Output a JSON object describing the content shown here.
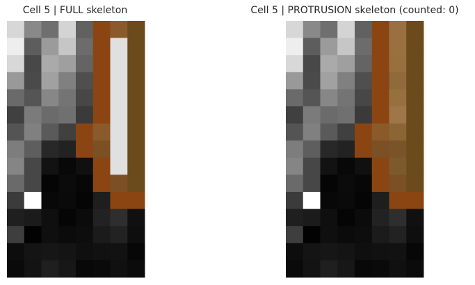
{
  "chart_data": [
    {
      "type": "heatmap",
      "title": "Cell 5 | FULL skeleton",
      "xlabel": "",
      "ylabel": "",
      "grid": false,
      "cols": 8,
      "rows": 15,
      "cells": [
        [
          "#d7d7d7",
          "#898989",
          "#6f6f6f",
          "#d4d4d4",
          "#616161",
          "#8b4513",
          "#8b5a2b",
          "#6b4a1c"
        ],
        [
          "#eeeeee",
          "#5d5d5d",
          "#9b9b9b",
          "#c6c6c6",
          "#6c6c6c",
          "#8b4513",
          "#e0e0e0",
          "#6b4a1c"
        ],
        [
          "#d8d8d8",
          "#484848",
          "#aaaaaa",
          "#9f9f9f",
          "#646464",
          "#8b4513",
          "#e0e0e0",
          "#6b4a1c"
        ],
        [
          "#999999",
          "#4a4a4a",
          "#a1a1a1",
          "#808080",
          "#4f4f4f",
          "#8b4513",
          "#e0e0e0",
          "#6b4a1c"
        ],
        [
          "#6a6a6a",
          "#555555",
          "#878787",
          "#747474",
          "#474747",
          "#8b4513",
          "#e0e0e0",
          "#6b4a1c"
        ],
        [
          "#404040",
          "#7b7b7b",
          "#6b6b6b",
          "#707070",
          "#3a3a3a",
          "#8b4513",
          "#e0e0e0",
          "#6b4a1c"
        ],
        [
          "#545454",
          "#808080",
          "#5a5a5a",
          "#404040",
          "#8b4513",
          "#8b5a2b",
          "#e0e0e0",
          "#6b4a1c"
        ],
        [
          "#7d7d7d",
          "#5e5e5e",
          "#282828",
          "#222222",
          "#8b4513",
          "#7a5024",
          "#e0e0e0",
          "#6b4a1c"
        ],
        [
          "#858585",
          "#474747",
          "#121212",
          "#080808",
          "#101010",
          "#8b4513",
          "#e0e0e0",
          "#6b4a1c"
        ],
        [
          "#6a6a6a",
          "#474747",
          "#050505",
          "#0b0b0b",
          "#070707",
          "#8b4513",
          "#7a5024",
          "#6b4a1c"
        ],
        [
          "#3b3b3b",
          "#ffffff",
          "#080808",
          "#0a0a0a",
          "#050505",
          "#1e1e1e",
          "#8b4513",
          "#8b4513"
        ],
        [
          "#1f1f1f",
          "#1b1b1b",
          "#0f0f0f",
          "#050505",
          "#0b0b0b",
          "#222222",
          "#2e2e2e",
          "#101010"
        ],
        [
          "#3e3e3e",
          "#020202",
          "#0f0f0f",
          "#0b0b0b",
          "#0d0d0d",
          "#1b1b1b",
          "#222222",
          "#0e0e0e"
        ],
        [
          "#0d0d0d",
          "#141414",
          "#161616",
          "#141414",
          "#0f0f0f",
          "#111111",
          "#121212",
          "#070707"
        ],
        [
          "#0a0a0a",
          "#131313",
          "#1f1f1f",
          "#171717",
          "#080808",
          "#0a0a0a",
          "#101010",
          "#0b0b0b"
        ]
      ]
    },
    {
      "type": "heatmap",
      "title": "Cell 5 | PROTRUSION skeleton (counted: 0)",
      "xlabel": "",
      "ylabel": "",
      "grid": false,
      "cols": 8,
      "rows": 15,
      "cells": [
        [
          "#d7d7d7",
          "#898989",
          "#6f6f6f",
          "#d4d4d4",
          "#616161",
          "#8b4513",
          "#9a7040",
          "#6b4a1c"
        ],
        [
          "#eeeeee",
          "#5d5d5d",
          "#9b9b9b",
          "#c6c6c6",
          "#6c6c6c",
          "#8b4513",
          "#9a7040",
          "#6b4a1c"
        ],
        [
          "#d8d8d8",
          "#484848",
          "#aaaaaa",
          "#9f9f9f",
          "#646464",
          "#8b4513",
          "#98703e",
          "#6b4a1c"
        ],
        [
          "#999999",
          "#4a4a4a",
          "#a1a1a1",
          "#808080",
          "#4f4f4f",
          "#8b4513",
          "#8f6a3a",
          "#6b4a1c"
        ],
        [
          "#6a6a6a",
          "#555555",
          "#878787",
          "#747474",
          "#474747",
          "#8b4513",
          "#98703e",
          "#6b4a1c"
        ],
        [
          "#404040",
          "#7b7b7b",
          "#6b6b6b",
          "#707070",
          "#3a3a3a",
          "#8b4513",
          "#9e7648",
          "#6b4a1c"
        ],
        [
          "#545454",
          "#808080",
          "#5a5a5a",
          "#404040",
          "#8b4513",
          "#8b5a2b",
          "#8b6634",
          "#6b4a1c"
        ],
        [
          "#7d7d7d",
          "#5e5e5e",
          "#282828",
          "#222222",
          "#8b4513",
          "#7a5024",
          "#7a5428",
          "#6b4a1c"
        ],
        [
          "#858585",
          "#474747",
          "#121212",
          "#080808",
          "#101010",
          "#8b4513",
          "#7c5a2c",
          "#6b4a1c"
        ],
        [
          "#6a6a6a",
          "#474747",
          "#050505",
          "#0b0b0b",
          "#070707",
          "#8b4513",
          "#7a5024",
          "#6b4a1c"
        ],
        [
          "#3b3b3b",
          "#ffffff",
          "#080808",
          "#0a0a0a",
          "#050505",
          "#1e1e1e",
          "#8b4513",
          "#8b4513"
        ],
        [
          "#1f1f1f",
          "#1b1b1b",
          "#0f0f0f",
          "#050505",
          "#0b0b0b",
          "#222222",
          "#2e2e2e",
          "#101010"
        ],
        [
          "#3e3e3e",
          "#020202",
          "#0f0f0f",
          "#0b0b0b",
          "#0d0d0d",
          "#1b1b1b",
          "#222222",
          "#0e0e0e"
        ],
        [
          "#0d0d0d",
          "#141414",
          "#161616",
          "#141414",
          "#0f0f0f",
          "#111111",
          "#121212",
          "#070707"
        ],
        [
          "#0a0a0a",
          "#131313",
          "#1f1f1f",
          "#171717",
          "#080808",
          "#0a0a0a",
          "#101010",
          "#0b0b0b"
        ]
      ]
    }
  ]
}
